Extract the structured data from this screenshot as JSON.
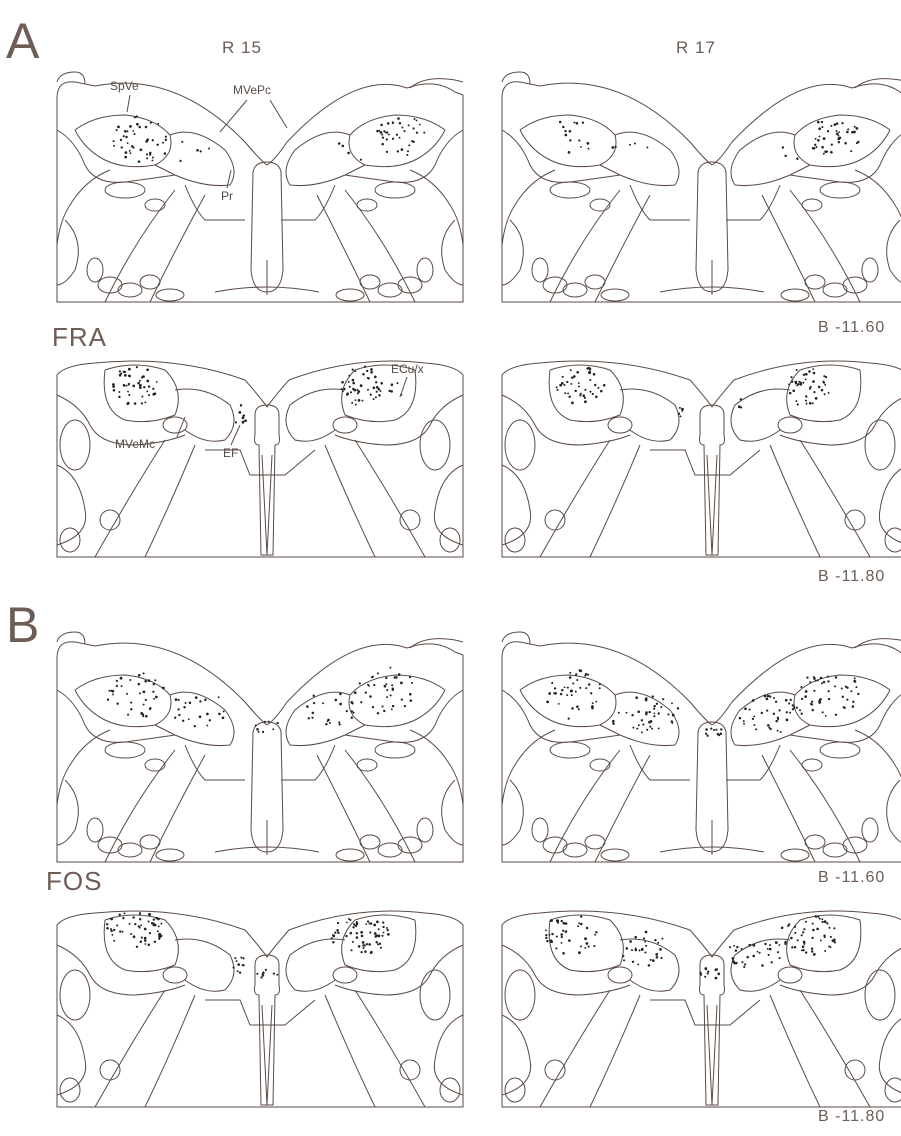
{
  "figure": {
    "panels": [
      {
        "letter": "A",
        "stain": "FRA"
      },
      {
        "letter": "B",
        "stain": "FOS"
      }
    ],
    "columns": [
      "R 15",
      "R 17"
    ],
    "bregma_levels": [
      "B -11.60",
      "B -11.80",
      "B -11.60",
      "B -11.80"
    ],
    "structure_labels": {
      "spve": "SpVe",
      "mvepc": "MVePc",
      "pr": "Pr",
      "ecu": "ECu/x",
      "mvemc": "MVeMc",
      "ef": "EF"
    },
    "line_color": "#5a4a44",
    "dot_color": "#222222"
  }
}
